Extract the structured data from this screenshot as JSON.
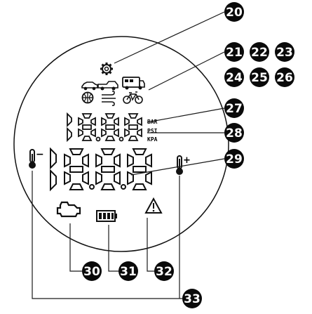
{
  "callouts": {
    "c20": "20",
    "c21": "21",
    "c22": "22",
    "c23": "23",
    "c24": "24",
    "c25": "25",
    "c26": "26",
    "c27": "27",
    "c28": "28",
    "c29": "29",
    "c30": "30",
    "c31": "31",
    "c32": "32",
    "c33": "33"
  },
  "units": {
    "bar": "BAR",
    "psi": "PSI",
    "kpa": "KPA"
  },
  "thermo": {
    "minus": "−",
    "plus": "+"
  },
  "colors": {
    "badge": "#0a0a0a",
    "line": "#1a1a1a",
    "badge_text": "#ffffff"
  },
  "icons": [
    "gear-icon",
    "sedan-icon",
    "pickup-truck-icon",
    "rv-camper-icon",
    "basketball-icon",
    "airflow-icon",
    "bicycle-icon",
    "thermometer-cold-icon",
    "thermometer-hot-icon",
    "check-engine-icon",
    "battery-icon",
    "warning-icon"
  ]
}
